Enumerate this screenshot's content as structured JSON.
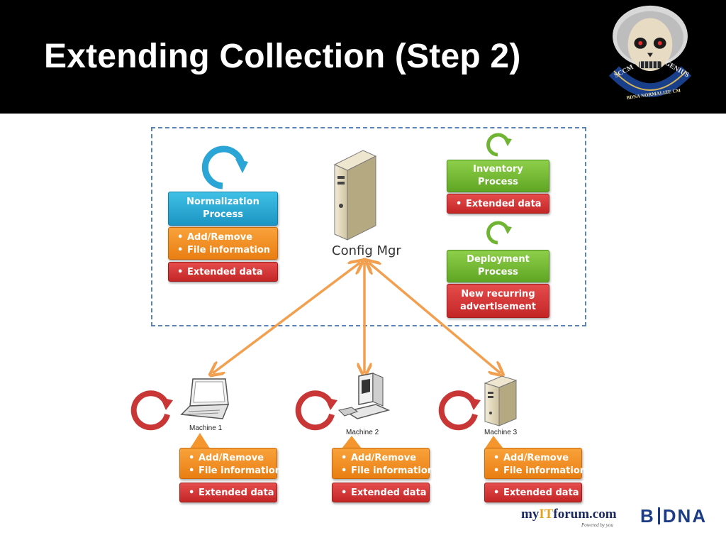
{
  "slide": {
    "title": "Extending Collection (Step 2)"
  },
  "logo": {
    "ring_left": "SCCM",
    "ring_right": "GENIUS",
    "ring_bottom": "BDNA NORMALIZE CM"
  },
  "server": {
    "label": "Config Mgr"
  },
  "normalization": {
    "title_line1": "Normalization",
    "title_line2": "Process",
    "items": [
      "Add/Remove",
      "File information"
    ],
    "extended": "Extended data"
  },
  "inventory": {
    "title_line1": "Inventory",
    "title_line2": "Process",
    "extended": "Extended data"
  },
  "deployment": {
    "title_line1": "Deployment",
    "title_line2": "Process",
    "detail_line1": "New recurring",
    "detail_line2": "advertisement"
  },
  "machines": [
    {
      "label": "Machine 1",
      "items": [
        "Add/Remove",
        "File information"
      ],
      "extended": "Extended data"
    },
    {
      "label": "Machine 2",
      "items": [
        "Add/Remove",
        "File information"
      ],
      "extended": "Extended data"
    },
    {
      "label": "Machine 3",
      "items": [
        "Add/Remove",
        "File information"
      ],
      "extended": "Extended data"
    }
  ],
  "footer": {
    "myit_prefix": "my",
    "myit_mid": "IT",
    "myit_suffix": "forum.com",
    "powered": "Powered by you",
    "bdna_left": "B",
    "bdna_right": "DNA"
  },
  "colors": {
    "header": "#000000",
    "dashed": "#5a83b8",
    "arrow": "#f2a04f",
    "blue": "#1c95c3",
    "orange": "#e97e12",
    "red": "#c42626",
    "green": "#5fa624"
  }
}
